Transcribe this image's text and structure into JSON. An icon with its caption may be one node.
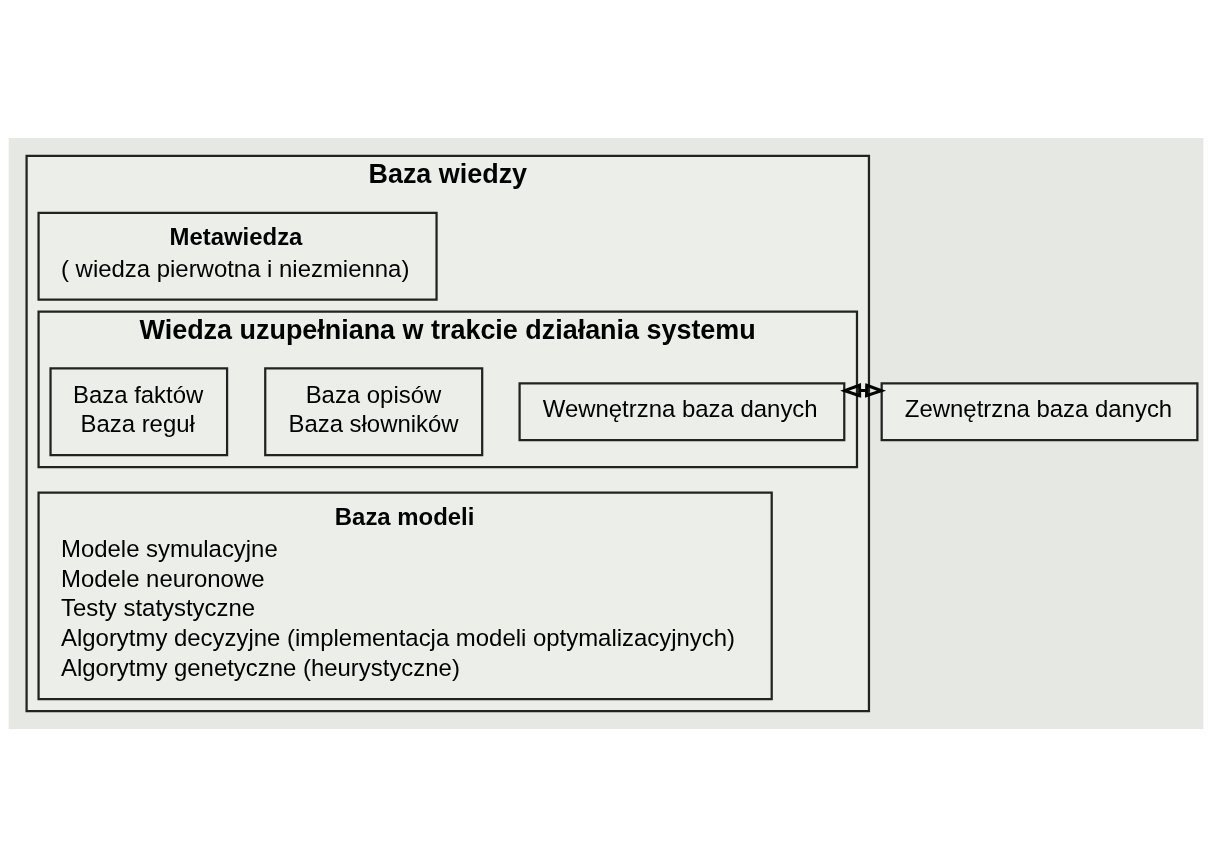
{
  "diagram": {
    "nodes": [
      {
        "text": [
          "Baza wiedzy"
        ]
      },
      {
        "text": [
          "Metawiedza",
          "( wiedza pierwotna i niezmienna)"
        ],
        "in": 0
      },
      {
        "text": [
          "Wiedza uzupełniana w trakcie działania systemu"
        ],
        "in": 0
      },
      {
        "text": [
          "Baza faktów",
          "Baza reguł"
        ],
        "in": 2
      },
      {
        "text": [
          "Baza opisów",
          "Baza słowników"
        ],
        "in": 2
      },
      {
        "text": [
          "Wewnętrzna baza danych"
        ],
        "in": 2
      },
      {
        "text": [
          "Zewnętrzna baza danych"
        ]
      },
      {
        "text": [
          "Baza modeli",
          "Modele symulacyjne",
          "Modele neuronowe",
          "Testy statystyczne",
          "Algorytmy decyzyjne (implementacja modeli optymalizacyjnych)",
          "Algorytmy genetyczne (heurystyczne)"
        ],
        "in": 0
      }
    ],
    "edges": [
      {
        "from": 5,
        "to": 6,
        "arrow": "both"
      }
    ]
  }
}
